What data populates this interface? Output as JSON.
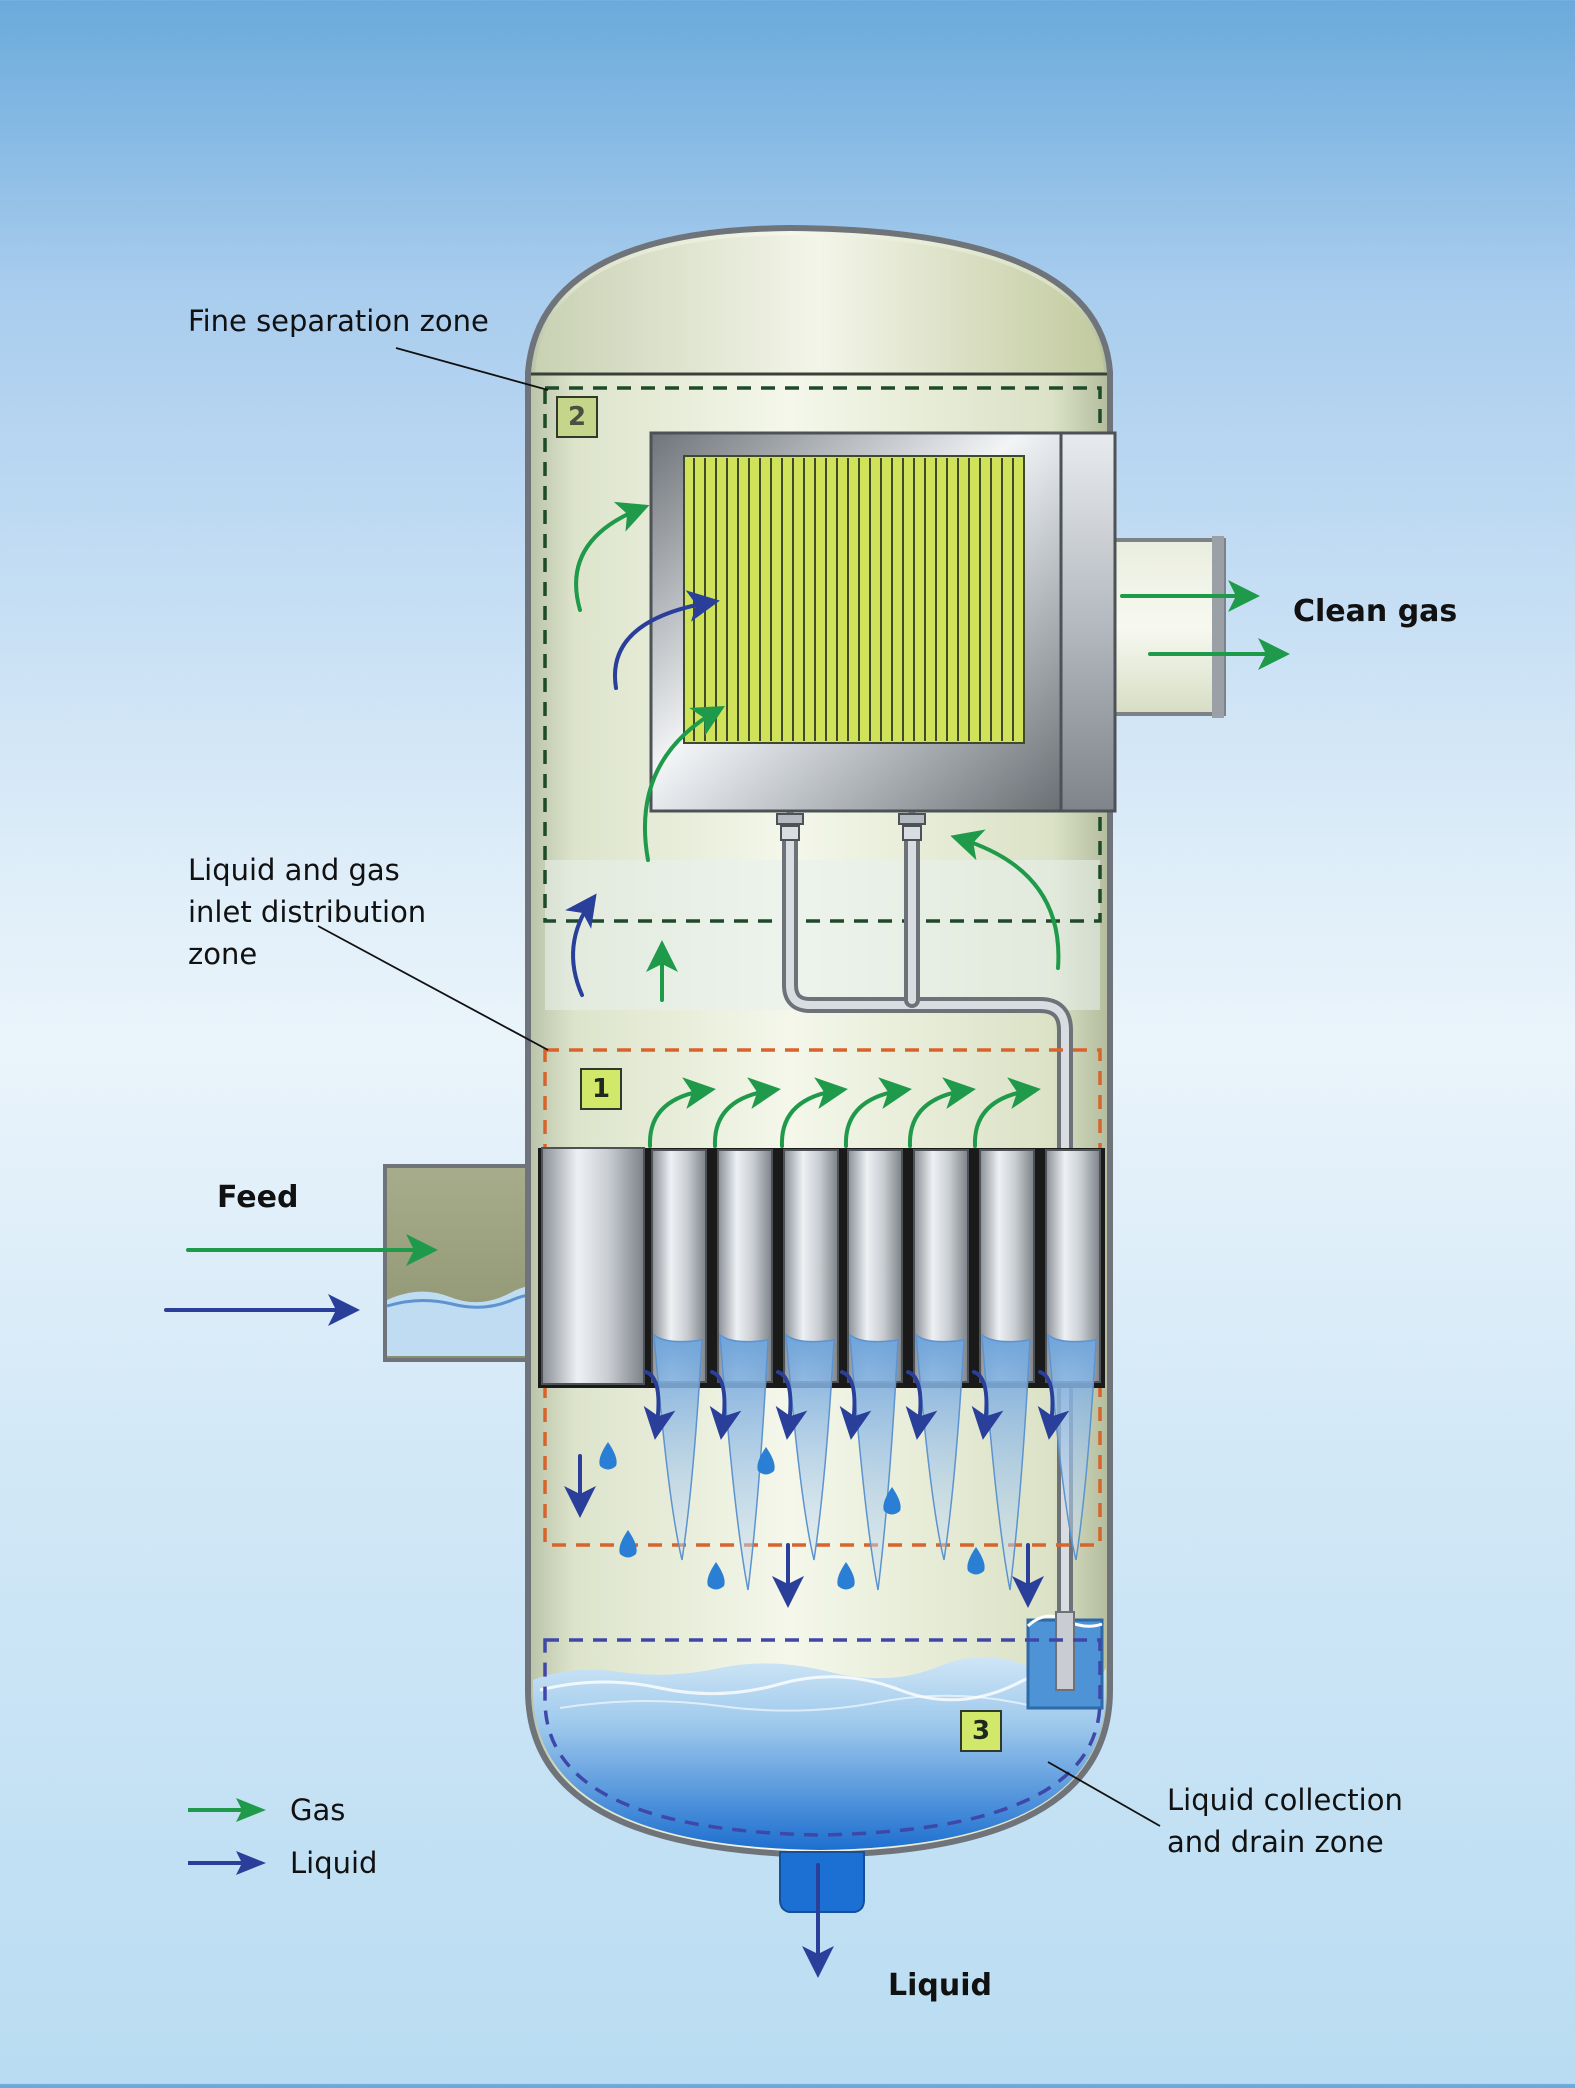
{
  "labels": {
    "fine_separation_zone": "Fine separation zone",
    "inlet_distribution_zone": "Liquid and gas\ninlet distribution\nzone",
    "liquid_collection_zone": "Liquid collection\nand drain zone",
    "feed": "Feed",
    "clean_gas": "Clean gas",
    "liquid_outlet": "Liquid"
  },
  "zones": [
    {
      "number": "1",
      "color": "#d8642c"
    },
    {
      "number": "2",
      "color": "#1f4a2a"
    },
    {
      "number": "3",
      "color": "#3f47a8"
    }
  ],
  "legend": [
    {
      "label": "Gas",
      "color": "#1f9a4a",
      "icon": "green-arrow-icon"
    },
    {
      "label": "Liquid",
      "color": "#2a3f9a",
      "icon": "blue-arrow-icon"
    }
  ],
  "colors": {
    "gas_arrow": "#1f9a4a",
    "liquid_arrow": "#2a3f9a",
    "vessel_body": "#e6ecd6",
    "mesh_pad": "#cfe25a",
    "liquid_pool": "#2f7fd0"
  }
}
